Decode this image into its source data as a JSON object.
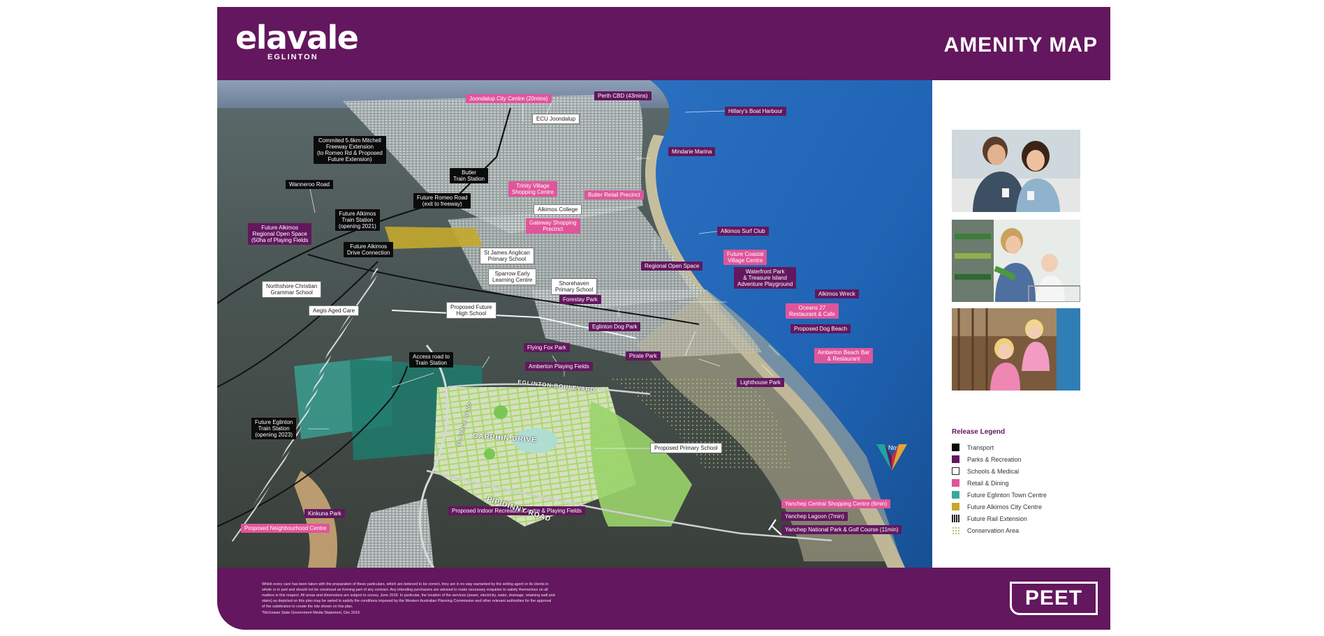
{
  "header": {
    "brand_name": "elavale",
    "brand_sub": "EGLINTON",
    "title": "AMENITY MAP"
  },
  "labels": {
    "joondalup_city_centre": "Joondalup City Centre (20mins)",
    "perth_cbd": "Perth CBD (43mins)",
    "hillarys_boat_harbour": "Hillary's Boat Harbour",
    "ecu_joondalup": "ECU Joondalup",
    "mitchell_freeway": "Commited 5.6km Mitchell\nFreeway Extension\n(to Romeo Rd & Proposed\nFuture Extension)",
    "mindarie_marina": "Mindarie Marina",
    "wanneroo_road": "Wanneroo Road",
    "butler_train_station": "Butler\nTrain Station",
    "trinity_village": "Trinity Village\nShopping Centre",
    "butler_retail_precinct": "Butler Retail Precinct",
    "future_romeo_road": "Future Romeo Road\n(exit to freeway)",
    "alkimos_college": "Alkimos College",
    "future_alkimos_train_station": "Future Alkimos\nTrain Station\n(opening 2021)",
    "gateway_shopping_precinct": "Gateway Shopping\nPrecinct",
    "future_alkimos_open_space": "Future Alkimos\nRegional Open Space\n(50ha of Playing Fields",
    "alkimos_surf_club": "Alkimos Surf Club",
    "future_alkimos_drive_connection": "Future Alkimos\nDrive Connection",
    "st_james_anglican": "St James Anglican\nPrimary School",
    "future_coastal_village": "Future Coastal\nVillage Centre",
    "regional_open_space": "Regional Open Space",
    "sparrow_early_learning": "Sparrow Early\nLearning Centre",
    "waterfront_park": "Waterfront Park\n& Treasure Island\nAdventure Playground",
    "shorehaven_primary": "Shorehaven\nPrimary School",
    "northshore_christian": "Northshore Christian\nGrammar School",
    "alkimos_wreck": "Alkimos Wreck",
    "forestay_park": "Forestay Park",
    "proposed_future_high_school": "Proposed Future\nHigh School",
    "oceans_27": "Oceans 27\nRestaurant & Cafe",
    "aegis_aged_care": "Aegis Aged Care",
    "eglinton_dog_park": "Eglinton Dog Park",
    "proposed_dog_beach": "Proposed Dog Beach",
    "flying_fox_park": "Flying Fox Park",
    "amberton_beach_bar": "Amberton Beach Bar\n& Restaurant",
    "pirate_park": "Pirate Park",
    "access_road": "Access road to\nTrain Station",
    "amberton_playing_fields": "Amberton Playing Fields",
    "lighthouse_park": "Lighthouse Park",
    "future_eglinton_train_station": "Future Eglinton\nTrain Station\n(opening 2023)",
    "proposed_primary_school": "Proposed Primary School",
    "yanchep_central": "Yanchep Central Shopping Centre (6min)",
    "yanchep_lagoon": "Yanchep Lagoon (7min)",
    "kinkuna_park": "Kinkuna Park",
    "proposed_indoor_recreation": "Proposed Indoor Recreation Centre & Playing Fields",
    "yanchep_national_park": "Yanchep National Park & Golf Course (11min)",
    "proposed_neighbourhood_centre": "Proposed Neighbourhood Centre"
  },
  "roads": {
    "eglinton_boulevard": "EGLINTON BOULEVARD",
    "carphin_drive": "CARPHIN DRIVE",
    "pipidinny_road": "PIPIDINNY ROAD",
    "vertical_road": "ELAVALE BLVD"
  },
  "compass": {
    "label": "North"
  },
  "legend": {
    "title": "Release Legend",
    "items": [
      {
        "label": "Transport",
        "color": "#0b0b0b",
        "style": "solid"
      },
      {
        "label": "Parks & Recreation",
        "color": "#63175e",
        "style": "solid"
      },
      {
        "label": "Schools & Medical",
        "color": "#ffffff",
        "style": "outline"
      },
      {
        "label": "Retail & Dining",
        "color": "#e0559a",
        "style": "solid"
      },
      {
        "label": "Future Eglinton Town Centre",
        "color": "#3aa89a",
        "style": "solid"
      },
      {
        "label": "Future Alkimos City Centre",
        "color": "#c4a92c",
        "style": "solid"
      },
      {
        "label": "Future Rail Extension",
        "color": "#222222",
        "style": "rail"
      },
      {
        "label": "Conservation Area",
        "color": "#b7c26a",
        "style": "dotted"
      }
    ]
  },
  "footer": {
    "disclaimer": "Whilst every care has been taken with the preparation of these particulars, which are believed to be correct, they are in no way warranted by the selling agent or its clients in whole or in part and should not be construed as forming part of any contract. Any intending purchasers are advised to make necessary enquiries to satisfy themselves on all matters in this respect. All areas and dimensions are subject to survey. June 2018. In particular, the location of the services (sewer, electricity, water, drainage, retaining wall and stairs) as depicted on this plan may be varied to satisfy the conditions imposed by the Western Australian Planning Commission and other relevant authorities for the approval of the subdivision to create the lots shown on this plan.",
    "note": "*McGowan State Government Media Statement, Dec 2019",
    "logo": "PEET"
  },
  "colors": {
    "brand_purple": "#63175e",
    "retail_pink": "#e0559a",
    "ocean": "#1f63b4"
  }
}
